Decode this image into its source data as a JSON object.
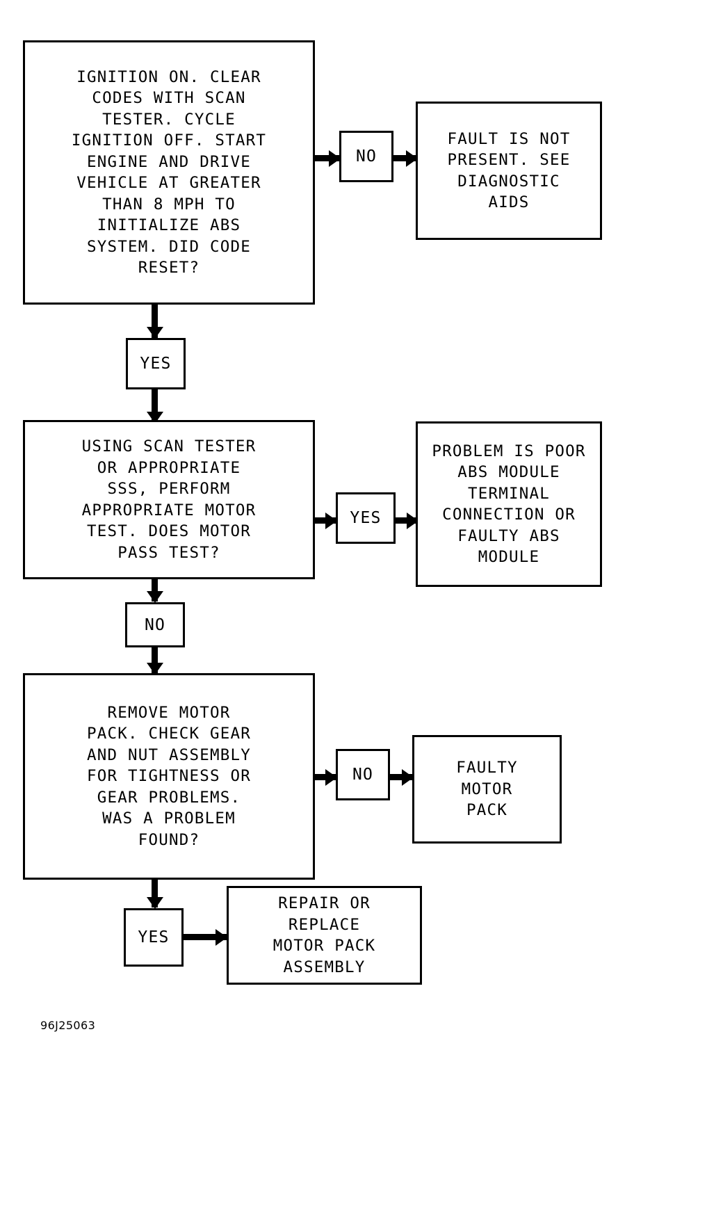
{
  "figure": {
    "code_label": "96J25063",
    "ink_color": "#000000",
    "background_color": "#ffffff"
  },
  "nodes": {
    "step1": {
      "id": "step1",
      "kind": "process",
      "text": "IGNITION ON. CLEAR\nCODES WITH SCAN\nTESTER. CYCLE\nIGNITION OFF. START\nENGINE AND DRIVE\nVEHICLE AT GREATER\nTHAN 8 MPH TO\nINITIALIZE ABS\nSYSTEM. DID CODE\nRESET?"
    },
    "result1": {
      "id": "result1",
      "kind": "terminal",
      "text": "FAULT IS NOT\nPRESENT. SEE\nDIAGNOSTIC\nAIDS"
    },
    "step2": {
      "id": "step2",
      "kind": "process",
      "text": "USING SCAN TESTER\nOR APPROPRIATE\nSSS, PERFORM\nAPPROPRIATE MOTOR\nTEST. DOES MOTOR\nPASS TEST?"
    },
    "result2": {
      "id": "result2",
      "kind": "terminal",
      "text": "PROBLEM IS POOR\nABS MODULE\nTERMINAL\nCONNECTION OR\nFAULTY ABS\nMODULE"
    },
    "step3": {
      "id": "step3",
      "kind": "process",
      "text": "REMOVE MOTOR\nPACK. CHECK GEAR\nAND NUT ASSEMBLY\nFOR TIGHTNESS OR\nGEAR PROBLEMS.\nWAS A PROBLEM\nFOUND?"
    },
    "result3": {
      "id": "result3",
      "kind": "terminal",
      "text": "FAULTY\nMOTOR\nPACK"
    },
    "result4": {
      "id": "result4",
      "kind": "terminal",
      "text": "REPAIR OR\nREPLACE\nMOTOR PACK\nASSEMBLY"
    }
  },
  "decisions": {
    "d1_no": {
      "label": "NO"
    },
    "d1_yes": {
      "label": "YES"
    },
    "d2_yes": {
      "label": "YES"
    },
    "d2_no": {
      "label": "NO"
    },
    "d3_no": {
      "label": "NO"
    },
    "d3_yes": {
      "label": "YES"
    }
  },
  "flow": {
    "edges": [
      {
        "from": "step1",
        "label": "NO",
        "to": "result1"
      },
      {
        "from": "step1",
        "label": "YES",
        "to": "step2"
      },
      {
        "from": "step2",
        "label": "YES",
        "to": "result2"
      },
      {
        "from": "step2",
        "label": "NO",
        "to": "step3"
      },
      {
        "from": "step3",
        "label": "NO",
        "to": "result3"
      },
      {
        "from": "step3",
        "label": "YES",
        "to": "result4"
      }
    ]
  }
}
